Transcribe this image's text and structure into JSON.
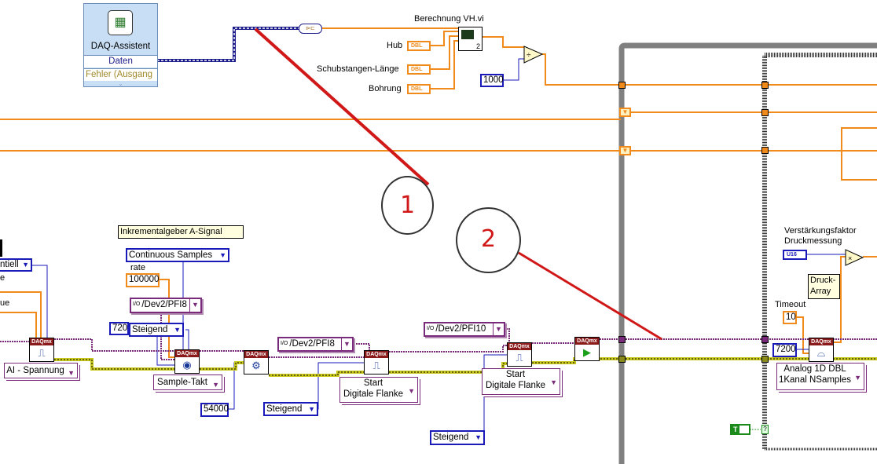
{
  "daq_assistant": {
    "title": "DAQ-Assistent",
    "output_data": "Daten",
    "output_error": "Fehler (Ausgang",
    "icon": "daq-card-icon"
  },
  "subvi": {
    "label": "Berechnung VH.vi",
    "badge": "2"
  },
  "controls": {
    "hub": {
      "label": "Hub",
      "type": "DBL"
    },
    "schubstange": {
      "label": "Schubstangen-Länge",
      "type": "DBL"
    },
    "bohrung": {
      "label": "Bohrung",
      "type": "DBL"
    }
  },
  "constants": {
    "divisor": "1000",
    "rate": "100000",
    "samples_720": "720",
    "samples_54000": "54000",
    "samples_7200": "7200",
    "timeout": "10",
    "true_const": "T"
  },
  "labels": {
    "inkremental": "Inkrementalgeber A-Signal",
    "rate": "rate",
    "timeout": "Timeout",
    "verstaerkung": "Verstärkungsfaktor Druckmessung",
    "druck_array": "Druck-Array",
    "left_partial_1": "e",
    "left_partial_2": "ue",
    "u16": "U16"
  },
  "enums": {
    "left_partial": "ntiell",
    "continuous": "Continuous Samples",
    "steigend_1": "Steigend",
    "steigend_2": "Steigend",
    "steigend_3": "Steigend"
  },
  "rings": {
    "ai_spannung": "AI - Spannung",
    "sample_takt": "Sample-Takt",
    "start_flanke_1_l1": "Start",
    "start_flanke_1_l2": "Digitale Flanke",
    "start_flanke_2_l1": "Start",
    "start_flanke_2_l2": "Digitale Flanke",
    "analog_l1": "Analog 1D DBL",
    "analog_l2": "1Kanal NSamples"
  },
  "physical_channels": {
    "pfi8_a": "/Dev2/PFI8",
    "pfi8_b": "/Dev2/PFI8",
    "pfi10": "/Dev2/PFI10",
    "io_glyph": "I/O"
  },
  "daqmx_header": "DAQmx",
  "annotations": {
    "circle_1": "1",
    "circle_2": "2"
  },
  "colors": {
    "double_wire": "#f08a1a",
    "task_wire": "#7a2a7a",
    "error_wire": "#c8c81e",
    "int_wire": "#1a1ab8",
    "dynamic_wire": "#1a1a8a",
    "annotation": "#d01818",
    "loop_border": "#808080",
    "bool": "#1a8a1a"
  }
}
